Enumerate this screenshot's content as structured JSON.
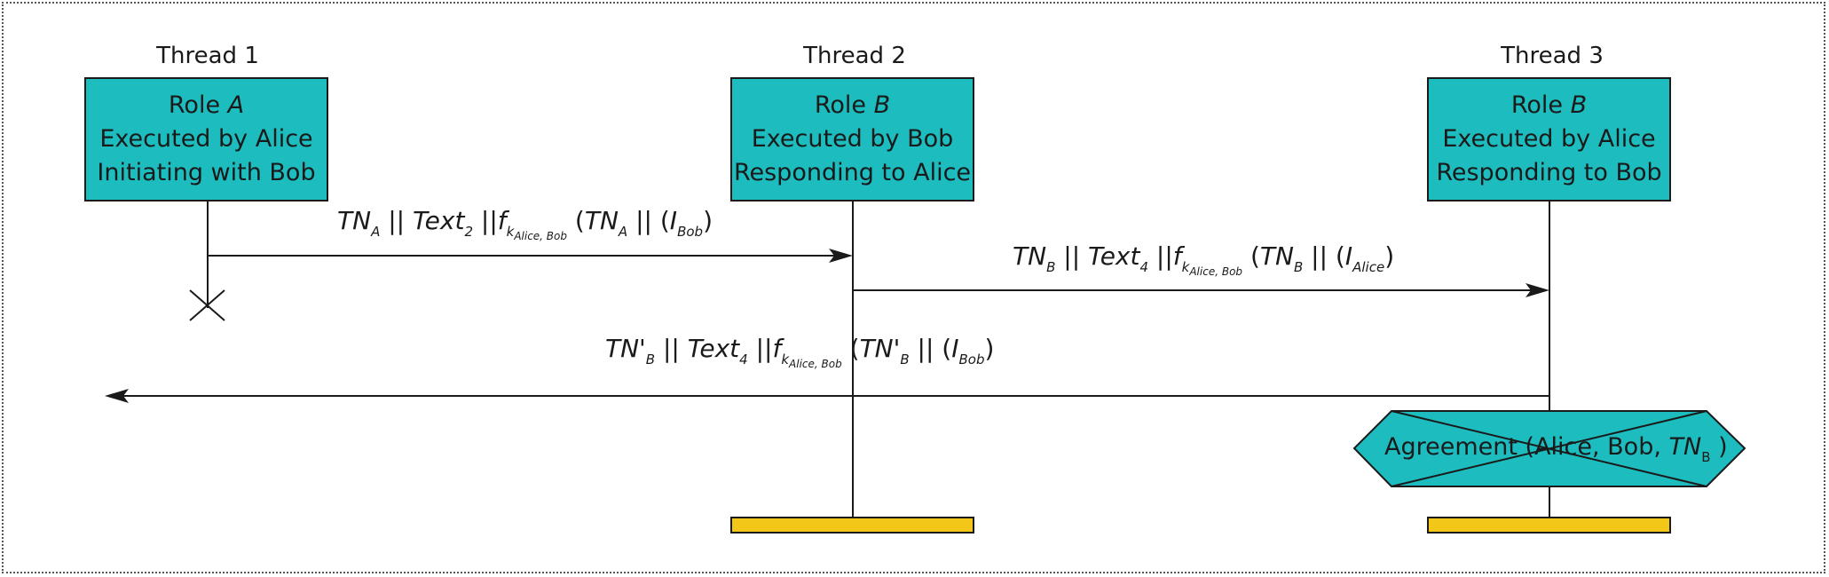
{
  "threads": [
    {
      "label": "Thread 1",
      "role_prefix": "Role ",
      "role_var": "A",
      "line2": "Executed by Alice",
      "line3": "Initiating with Bob"
    },
    {
      "label": "Thread 2",
      "role_prefix": "Role ",
      "role_var": "B",
      "line2": "Executed by Bob",
      "line3": "Responding to Alice"
    },
    {
      "label": "Thread 3",
      "role_prefix": "Role ",
      "role_var": "B",
      "line2": "Executed by Alice",
      "line3": "Responding to Bob"
    }
  ],
  "messages": [
    {
      "tn": "TN",
      "tn_sub": "A",
      "bars1": "||",
      "text": "Text",
      "text_sub": "2",
      "bars2": "||",
      "f": "f",
      "k": "k",
      "k_sub": "Alice, Bob",
      "open": "(",
      "tn2": "TN",
      "tn2_sub": "A",
      "bars3": "||",
      "open2": "(",
      "id": "I",
      "id_sub": "Bob",
      "close": ")"
    },
    {
      "tn": "TN",
      "tn_sub": "B",
      "bars1": "||",
      "text": "Text",
      "text_sub": "4",
      "bars2": "||",
      "f": "f",
      "k": "k",
      "k_sub": "Alice, Bob",
      "open": "(",
      "tn2": "TN",
      "tn2_sub": "B",
      "bars3": "||",
      "open2": "(",
      "id": "I",
      "id_sub": "Alice",
      "close": ")"
    },
    {
      "tn": "TN'",
      "tn_sub": "B",
      "bars1": "||",
      "text": "Text",
      "text_sub": "4",
      "bars2": "||",
      "f": "f",
      "k": "k",
      "k_sub": "Alice, Bob",
      "open": "(",
      "tn2": "TN'",
      "tn2_sub": "B",
      "bars3": "||",
      "open2": "(",
      "id": "I",
      "id_sub": "Bob",
      "close": ")"
    }
  ],
  "claim": {
    "prefix": "Agreement (Alice, Bob, ",
    "var": "TN",
    "var_sub": "B",
    "suffix": " )"
  },
  "colors": {
    "box_fill": "#1dbcbe",
    "end_bar": "#f2c718",
    "line": "#1a1a1a"
  }
}
